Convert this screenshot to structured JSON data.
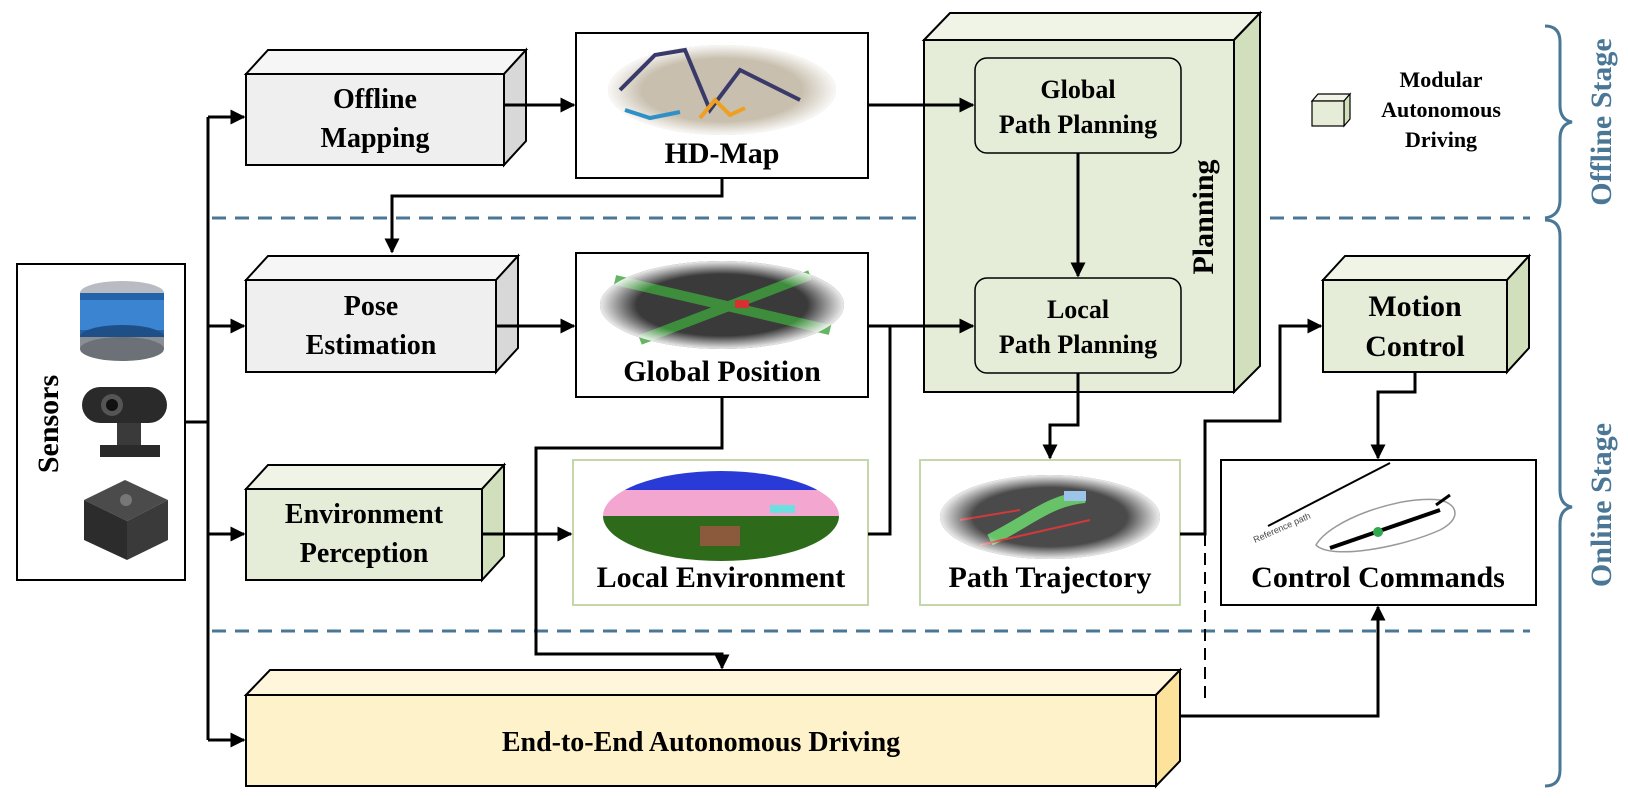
{
  "colors": {
    "gray_face": "#efefef",
    "gray_side": "#d8d8d8",
    "green_face": "#e5edd9",
    "green_side": "#d1dfbc",
    "green_border": "#c4d7a8",
    "yellow_face": "#fef2cb",
    "yellow_side": "#fce29a",
    "stage_blue": "#4a7796"
  },
  "sensors": {
    "title": "Sensors",
    "icons": [
      "lidar-icon",
      "camera-icon",
      "imu-icon"
    ]
  },
  "blocks": {
    "offline_mapping": [
      "Offline",
      "Mapping"
    ],
    "pose_estimation": [
      "Pose",
      "Estimation"
    ],
    "environment_perception": [
      "Environment",
      "Perception"
    ],
    "motion_control": [
      "Motion",
      "Control"
    ],
    "end_to_end": "End-to-End Autonomous Driving"
  },
  "planning": {
    "title": "Planning",
    "global": [
      "Global",
      "Path Planning"
    ],
    "local": [
      "Local",
      "Path Planning"
    ]
  },
  "panels": {
    "hd_map": "HD-Map",
    "global_position": "Global Position",
    "local_environment": "Local Environment",
    "path_trajectory": "Path Trajectory",
    "control_commands": "Control Commands",
    "reference_path": "Reference path"
  },
  "legend": [
    "Modular",
    "Autonomous",
    "Driving"
  ],
  "stages": {
    "offline": "Offline Stage",
    "online": "Online Stage"
  }
}
